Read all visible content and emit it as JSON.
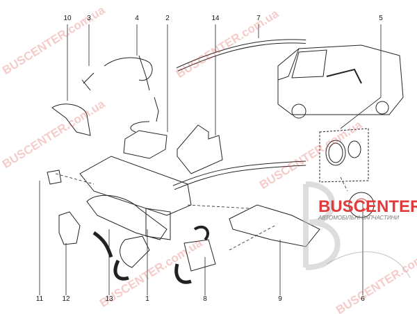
{
  "part_labels": {
    "top": [
      "10",
      "3",
      "4",
      "2",
      "14",
      "7",
      "5"
    ],
    "bottom": [
      "11",
      "12",
      "13",
      "1",
      "8",
      "9",
      "6"
    ]
  },
  "watermark": "BUSCENTER.com.ua",
  "logo": {
    "name": "BUSCENTER",
    "tagline": "АВТОМОБІЛЬНІ ЗАПЧАСТИНИ",
    "color": "#e03a3a"
  }
}
